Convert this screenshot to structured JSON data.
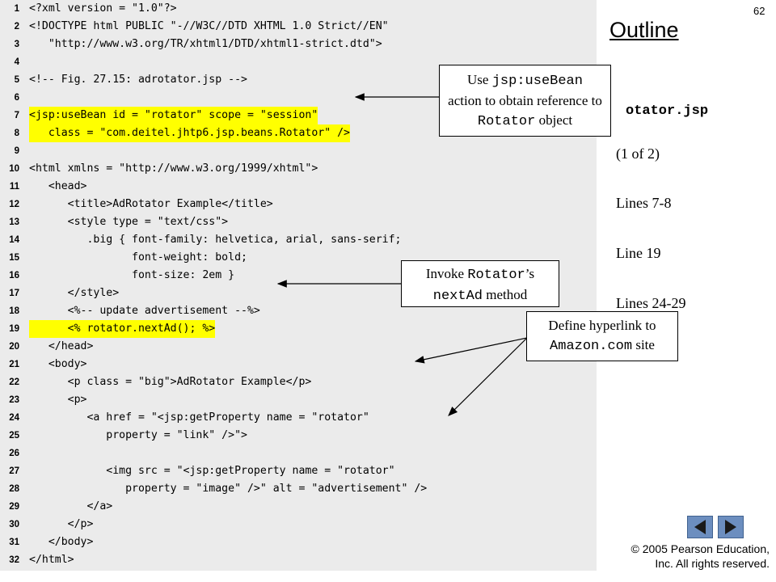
{
  "page_number": "62",
  "outline_title": "Outline",
  "file_label": "otator.jsp",
  "side_notes": [
    "(1 of 2)",
    "Lines 7-8",
    "Line 19",
    "Lines 24-29"
  ],
  "callouts": {
    "usebean": {
      "pre": "Use ",
      "code": "jsp:useBean",
      "rest": "action to obtain reference to ",
      "code2": "Rotator",
      "post": " object"
    },
    "nextad": {
      "pre": "Invoke ",
      "code": "Rotator",
      "mid": "’s",
      "code2": "nextAd",
      "post": " method"
    },
    "hyperlink": {
      "pre": "Define hyperlink to",
      "code": "Amazon.com",
      "post": " site"
    }
  },
  "copyright": {
    "line1": " 2005 Pearson Education,",
    "line2": "Inc.  All rights reserved."
  },
  "code_lines": [
    {
      "n": "1",
      "text": "<?xml version = \"1.0\"?>"
    },
    {
      "n": "2",
      "text": "<!DOCTYPE html PUBLIC \"-//W3C//DTD XHTML 1.0 Strict//EN\""
    },
    {
      "n": "3",
      "text": "   \"http://www.w3.org/TR/xhtml1/DTD/xhtml1-strict.dtd\">"
    },
    {
      "n": "4",
      "text": ""
    },
    {
      "n": "5",
      "text": "<!-- Fig. 27.15: adrotator.jsp -->"
    },
    {
      "n": "6",
      "text": ""
    },
    {
      "n": "7",
      "text": "<jsp:useBean id = \"rotator\" scope = \"session\""
    },
    {
      "n": "8",
      "text": "   class = \"com.deitel.jhtp6.jsp.beans.Rotator\" />"
    },
    {
      "n": "9",
      "text": ""
    },
    {
      "n": "10",
      "text": "<html xmlns = \"http://www.w3.org/1999/xhtml\">"
    },
    {
      "n": "11",
      "text": "   <head>"
    },
    {
      "n": "12",
      "text": "      <title>AdRotator Example</title>"
    },
    {
      "n": "13",
      "text": "      <style type = \"text/css\">"
    },
    {
      "n": "14",
      "text": "         .big { font-family: helvetica, arial, sans-serif;"
    },
    {
      "n": "15",
      "text": "                font-weight: bold;"
    },
    {
      "n": "16",
      "text": "                font-size: 2em }"
    },
    {
      "n": "17",
      "text": "      </style>"
    },
    {
      "n": "18",
      "text": "      <%-- update advertisement --%>"
    },
    {
      "n": "19",
      "text": "      <% rotator.nextAd(); %>"
    },
    {
      "n": "20",
      "text": "   </head>"
    },
    {
      "n": "21",
      "text": "   <body>"
    },
    {
      "n": "22",
      "text": "      <p class = \"big\">AdRotator Example</p>"
    },
    {
      "n": "23",
      "text": "      <p>"
    },
    {
      "n": "24",
      "text": "         <a href = \"<jsp:getProperty name = \"rotator\""
    },
    {
      "n": "25",
      "text": "            property = \"link\" />\">"
    },
    {
      "n": "26",
      "text": ""
    },
    {
      "n": "27",
      "text": "            <img src = \"<jsp:getProperty name = \"rotator\""
    },
    {
      "n": "28",
      "text": "               property = \"image\" />\" alt = \"advertisement\" />"
    },
    {
      "n": "29",
      "text": "         </a>"
    },
    {
      "n": "30",
      "text": "      </p>"
    },
    {
      "n": "31",
      "text": "   </body>"
    },
    {
      "n": "32",
      "text": "</html>"
    }
  ],
  "highlighted_lines": [
    "7",
    "8",
    "19"
  ],
  "icons": {
    "prev": "left-triangle",
    "next": "right-triangle",
    "copyright": "copyright-symbol"
  }
}
